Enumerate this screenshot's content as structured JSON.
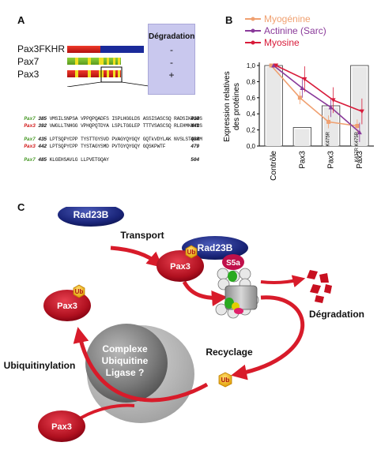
{
  "panel_a": {
    "letter": "A",
    "genes": [
      "Pax3FKHR",
      "Pax7",
      "Pax3"
    ],
    "degradation_title": "Dégradation",
    "degradation_values": [
      "-",
      "-",
      "+"
    ],
    "sequences": [
      {
        "label": "Pax7",
        "start": "385",
        "seq": "VMSILSNPSA VPPQPQADFS ISPLHGGLDS ASSISASCSQ RADSIKPGDS",
        "end": "434",
        "color": "green"
      },
      {
        "label": "Pax3",
        "start": "392",
        "seq": "VWGLLTNHGG VPHQPQTDYA LSPLTGGLEP TTTVSASCSQ RLEHMKNVDS",
        "end": "441",
        "color": "red"
      },
      {
        "label": "Pax7",
        "start": "435",
        "seq": "LPTSQPYCPP TYSTTGYSVD PVAGYQYGQY GQTkVDYLAK NVSLSTQRRM",
        "end": "484",
        "color": "green"
      },
      {
        "label": "Pax3",
        "start": "442",
        "seq": "LPTSQPYCPP TYSTAGYSMD PVTGYQYGQY GQSKPWTF",
        "end": "479",
        "color": "red"
      },
      {
        "label": "Pax7",
        "start": "485",
        "seq": "KLGEHSAVLG LLPVETGQAY",
        "end": "504",
        "color": "green"
      }
    ]
  },
  "panel_b": {
    "letter": "B",
    "ylabel": "Expression relatives des protéines",
    "chart_data": {
      "type": "bar",
      "categories": [
        "Contrôle",
        "Pax3",
        "Pax3K475R",
        "Pax3K437R K475R"
      ],
      "category_labels": [
        {
          "main": "Contrôle",
          "sup": ""
        },
        {
          "main": "Pax3",
          "sup": ""
        },
        {
          "main": "Pax3",
          "sup": "K475R"
        },
        {
          "main": "Pax3",
          "sup": "K437R K475R"
        }
      ],
      "values": [
        1.0,
        0.23,
        0.5,
        1.0
      ],
      "ylim": [
        0,
        1.0
      ],
      "yticks": [
        "0,0",
        "0,2",
        "0,4",
        "0,6",
        "0,8",
        "1,0"
      ],
      "series": [
        {
          "name": "Myogénine",
          "color": "#f0a070",
          "marker": "square",
          "values": [
            1.0,
            0.6,
            0.3,
            0.25
          ]
        },
        {
          "name": "Actinine (Sarc)",
          "color": "#8a3a9a",
          "marker": "triangle",
          "values": [
            1.0,
            0.72,
            0.48,
            0.17
          ]
        },
        {
          "name": "Myosine",
          "color": "#d81b3a",
          "marker": "triangle-down",
          "values": [
            1.0,
            0.83,
            0.57,
            0.43
          ]
        }
      ]
    }
  },
  "panel_c": {
    "letter": "C",
    "rad23b_top": "Rad23B",
    "transport": "Transport",
    "ub": "Ub",
    "pax3": "Pax3",
    "rad23b_complex": "Rad23B",
    "s5a": "S5a",
    "degradation": "Dégradation",
    "recyclage": "Recyclage",
    "ubiquitinylation": "Ubiquitinylation",
    "ligase_line1": "Complexe",
    "ligase_line2": "Ubiquitine",
    "ligase_line3": "Ligase ?"
  }
}
